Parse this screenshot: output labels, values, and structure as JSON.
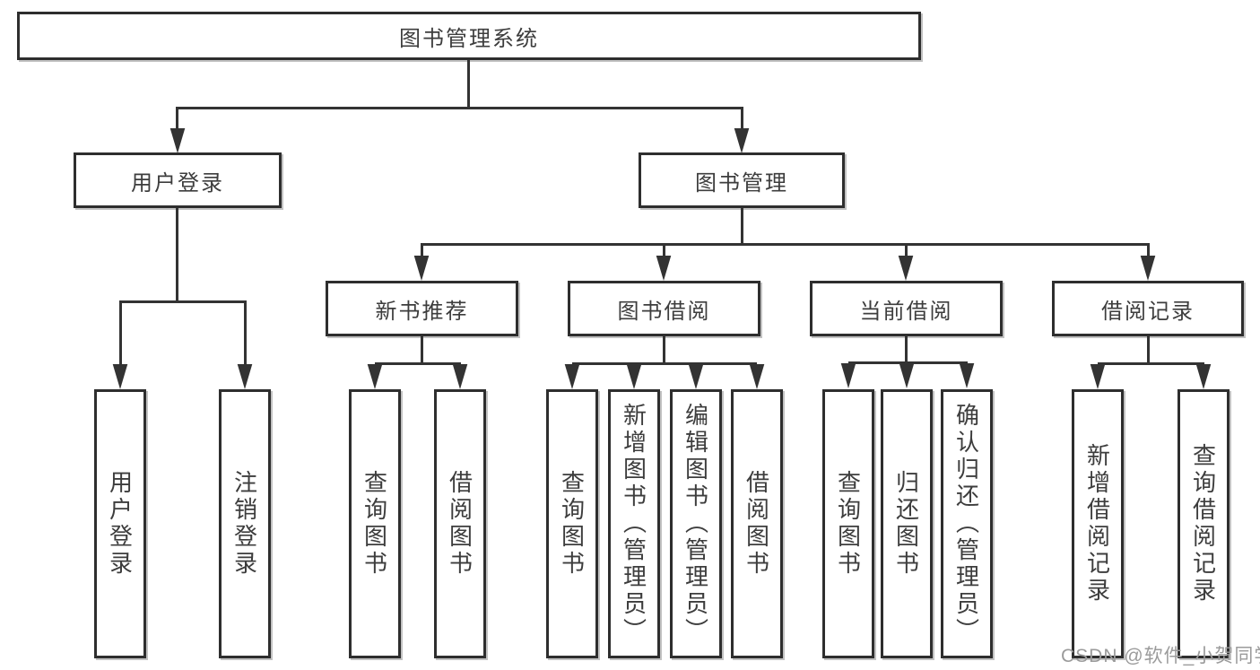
{
  "diagram_type": "hierarchy-tree",
  "tree": {
    "label": "图书管理系统",
    "children": [
      {
        "label": "用户登录",
        "children": [
          {
            "label": "用户登录"
          },
          {
            "label": "注销登录"
          }
        ]
      },
      {
        "label": "图书管理",
        "children": [
          {
            "label": "新书推荐",
            "children": [
              {
                "label": "查询图书"
              },
              {
                "label": "借阅图书"
              }
            ]
          },
          {
            "label": "图书借阅",
            "children": [
              {
                "label": "查询图书"
              },
              {
                "label": "新增图书（管理员）"
              },
              {
                "label": "编辑图书（管理员）"
              },
              {
                "label": "借阅图书"
              }
            ]
          },
          {
            "label": "当前借阅",
            "children": [
              {
                "label": "查询图书"
              },
              {
                "label": "归还图书"
              },
              {
                "label": "确认归还（管理员）"
              }
            ]
          },
          {
            "label": "借阅记录",
            "children": [
              {
                "label": "新增借阅记录"
              },
              {
                "label": "查询借阅记录"
              }
            ]
          }
        ]
      }
    ]
  },
  "watermark": "CSDN @软件_小贺同学",
  "colors": {
    "line": "#333333",
    "border": "#2e2e2e",
    "text": "#3d3d3d",
    "watermark": "#9b9b9b",
    "background": "#ffffff"
  }
}
